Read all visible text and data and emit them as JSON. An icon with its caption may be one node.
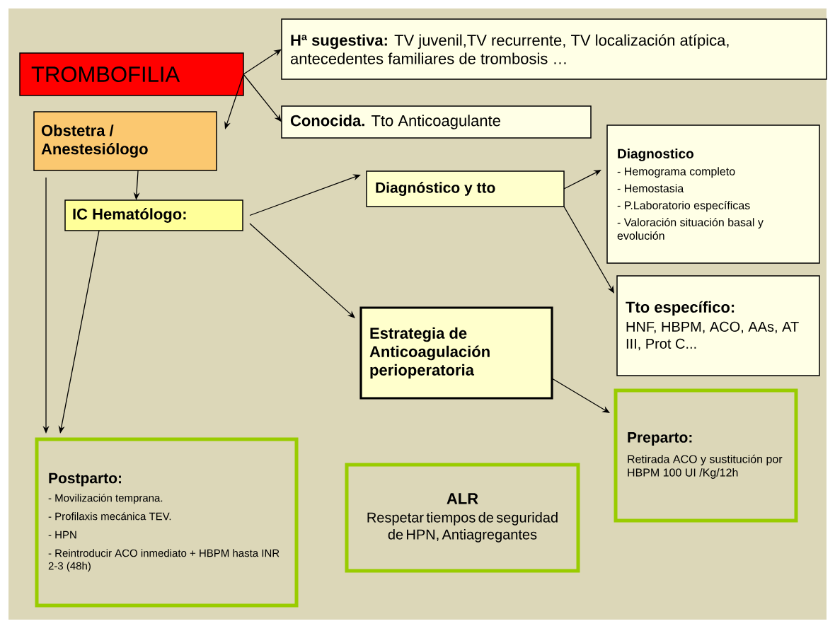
{
  "diagram": {
    "nodes": [
      {
        "text": [
          "TROMBOFILIA"
        ]
      },
      {
        "text": [
          "**Hª sugestiva:** TV juvenil,TV recurrente, TV localización atípica, antecedentes familiares de trombosis …"
        ]
      },
      {
        "text": [
          "**Conocida.** Tto Anticoagulante"
        ]
      },
      {
        "text": [
          "Obstetra / Anestesiólogo"
        ]
      },
      {
        "text": [
          "IC Hematólogo:"
        ]
      },
      {
        "text": [
          "Diagnóstico y tto"
        ]
      },
      {
        "text": [
          "Diagnostico",
          "- Hemograma completo",
          "- Hemostasia",
          "- P.Laboratorio específicas",
          "- Valoración situación basal y evolución"
        ]
      },
      {
        "text": [
          "Tto específico:",
          "HNF, HBPM, ACO, AAs, AT III, Prot C..."
        ]
      },
      {
        "text": [
          "Estrategia de Anticoagulación perioperatoria"
        ]
      },
      {
        "text": [
          "Preparto:",
          "Retirada ACO y sustitución por HBPM 100 UI /Kg/12h"
        ]
      },
      {
        "text": [
          "Postparto:",
          "- Movilización temprana.",
          "- Profilaxis mecánica TEV.",
          "- HPN",
          "- Reintroducir ACO inmediato + HBPM hasta INR 2-3 (48h)"
        ]
      },
      {
        "text": [
          "ALR",
          "Respetar tiempos de seguridad de HPN, Antiagregantes"
        ]
      }
    ],
    "edges": [
      {
        "from": 0,
        "to": 1,
        "arrow": "to"
      },
      {
        "from": 0,
        "to": 2,
        "arrow": "to"
      },
      {
        "from": 0,
        "to": 3,
        "arrow": "to"
      },
      {
        "from": 3,
        "to": 4,
        "arrow": "to"
      },
      {
        "from": 3,
        "to": 10,
        "arrow": "to"
      },
      {
        "from": 4,
        "to": 10,
        "arrow": "to"
      },
      {
        "from": 4,
        "to": 5,
        "arrow": "to"
      },
      {
        "from": 4,
        "to": 8,
        "arrow": "to"
      },
      {
        "from": 5,
        "to": 6,
        "arrow": "to"
      },
      {
        "from": 5,
        "to": 7,
        "arrow": "to"
      },
      {
        "from": 8,
        "to": 9,
        "arrow": "to"
      }
    ]
  }
}
